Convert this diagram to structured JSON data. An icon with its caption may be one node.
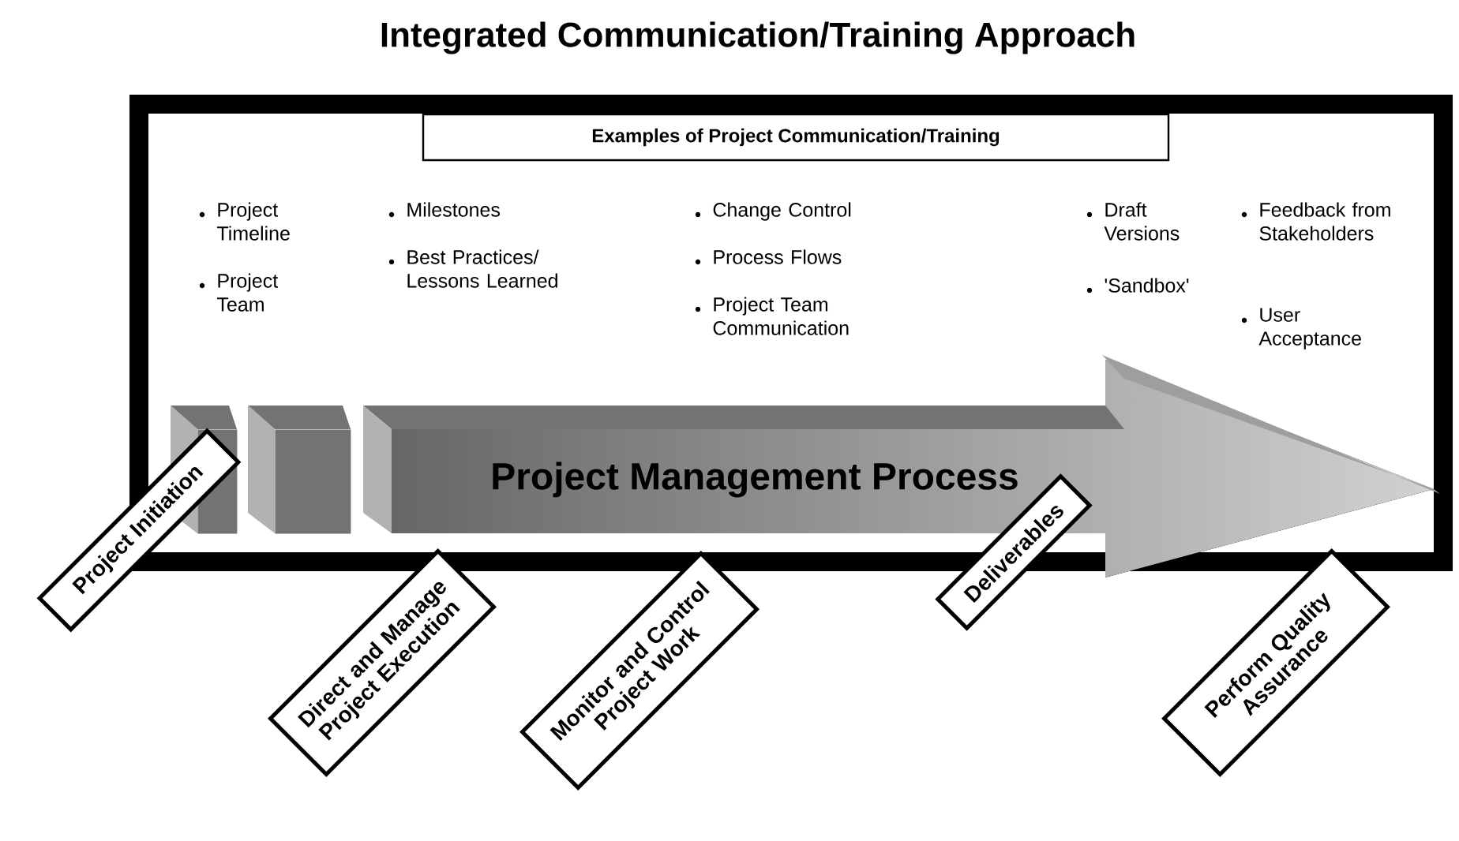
{
  "diagram": {
    "title": "Integrated Communication/Training Approach",
    "nodes": [
      {
        "text": [
          "Examples of Project Communication/Training"
        ]
      },
      {
        "text": [],
        "shape": "box"
      },
      {
        "text": [],
        "shape": "box"
      },
      {
        "text": [
          "Project Management Process"
        ]
      },
      {
        "text": [
          "Project Initiation"
        ]
      },
      {
        "text": [
          "Direct and Manage Project Execution"
        ]
      },
      {
        "text": [
          "Monitor and Control Project Work"
        ]
      },
      {
        "text": [
          "Deliverables"
        ]
      },
      {
        "text": [
          "Perform Quality Assurance"
        ]
      }
    ],
    "labels": [
      "Project Timeline",
      "Project Team",
      "Milestones",
      "Best Practices/ Lessons Learned",
      "Change Control",
      "Process Flows",
      "Project Team Communication",
      "Draft Versions",
      "'Sandbox'",
      "Feedback from Stakeholders",
      "User Acceptance"
    ]
  }
}
